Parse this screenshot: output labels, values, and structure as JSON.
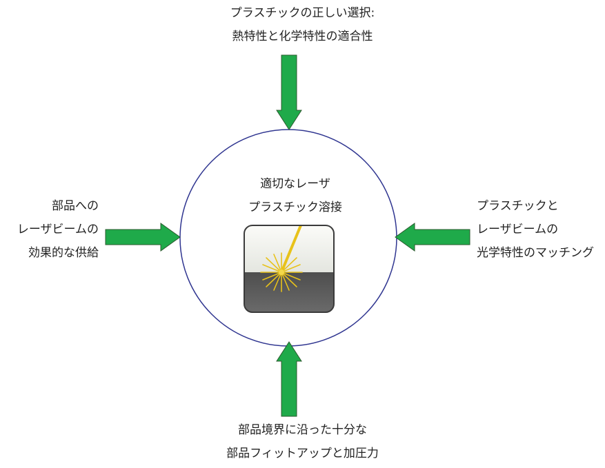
{
  "center": {
    "line1": "適切なレーザ",
    "line2": "プラスチック溶接"
  },
  "top": {
    "line1": "プラスチックの正しい選択:",
    "line2": "熱特性と化学特性の適合性"
  },
  "left": {
    "line1": "部品への",
    "line2": "レーザビームの",
    "line3": "効果的な供給"
  },
  "right": {
    "line1": "プラスチックと",
    "line2": "レーザビームの",
    "line3": "光学特性のマッチング"
  },
  "bottom": {
    "line1": "部品境界に沿った十分な",
    "line2": "部品フィットアップと加圧力"
  },
  "colors": {
    "arrow_fill": "#1faa4a",
    "arrow_stroke": "#2b5a2e",
    "circle_stroke": "#2f3590",
    "icon_top": "#f3f4f0",
    "icon_bottom": "#5a5a5a",
    "laser": "#e8c21a"
  },
  "icons": [
    "laser-weld-icon"
  ]
}
